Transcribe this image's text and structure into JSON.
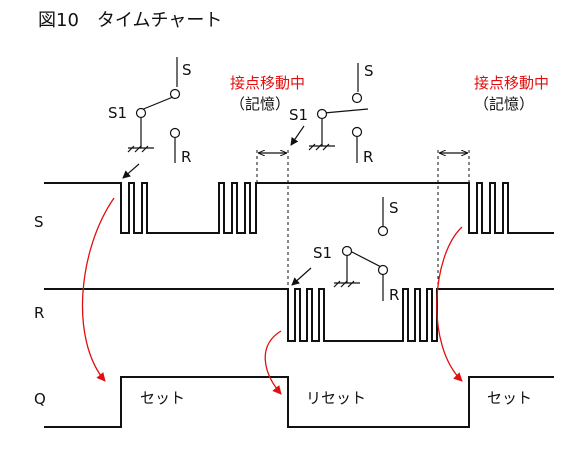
{
  "title": "図10　タイムチャート",
  "signals": {
    "s": "S",
    "r": "R",
    "q": "Q"
  },
  "switch_labels": {
    "s": "S",
    "s1": "S1",
    "r": "R"
  },
  "annotation": {
    "moving": "接点移動中",
    "memory": "（記憶）"
  },
  "q_states": {
    "set": "セット",
    "reset": "リセット"
  },
  "colors": {
    "annotation": "#e01010",
    "line": "#111111"
  }
}
